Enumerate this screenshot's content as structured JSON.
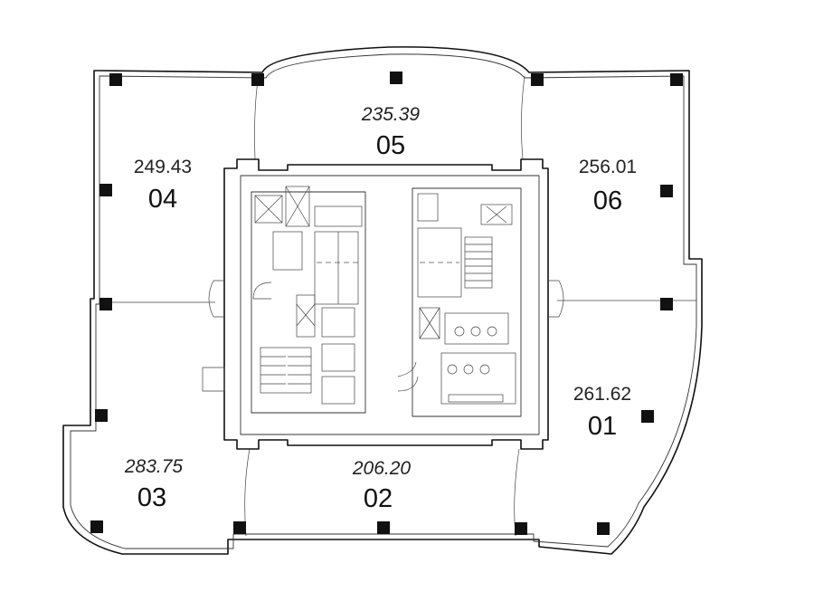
{
  "units": [
    {
      "id": "unit-05",
      "area": "235.39",
      "number": "05",
      "italic": true
    },
    {
      "id": "unit-04",
      "area": "249.43",
      "number": "04",
      "italic": false
    },
    {
      "id": "unit-06",
      "area": "256.01",
      "number": "06",
      "italic": false
    },
    {
      "id": "unit-01",
      "area": "261.62",
      "number": "01",
      "italic": false
    },
    {
      "id": "unit-03",
      "area": "283.75",
      "number": "03",
      "italic": true
    },
    {
      "id": "unit-02",
      "area": "206.20",
      "number": "02",
      "italic": true
    }
  ]
}
